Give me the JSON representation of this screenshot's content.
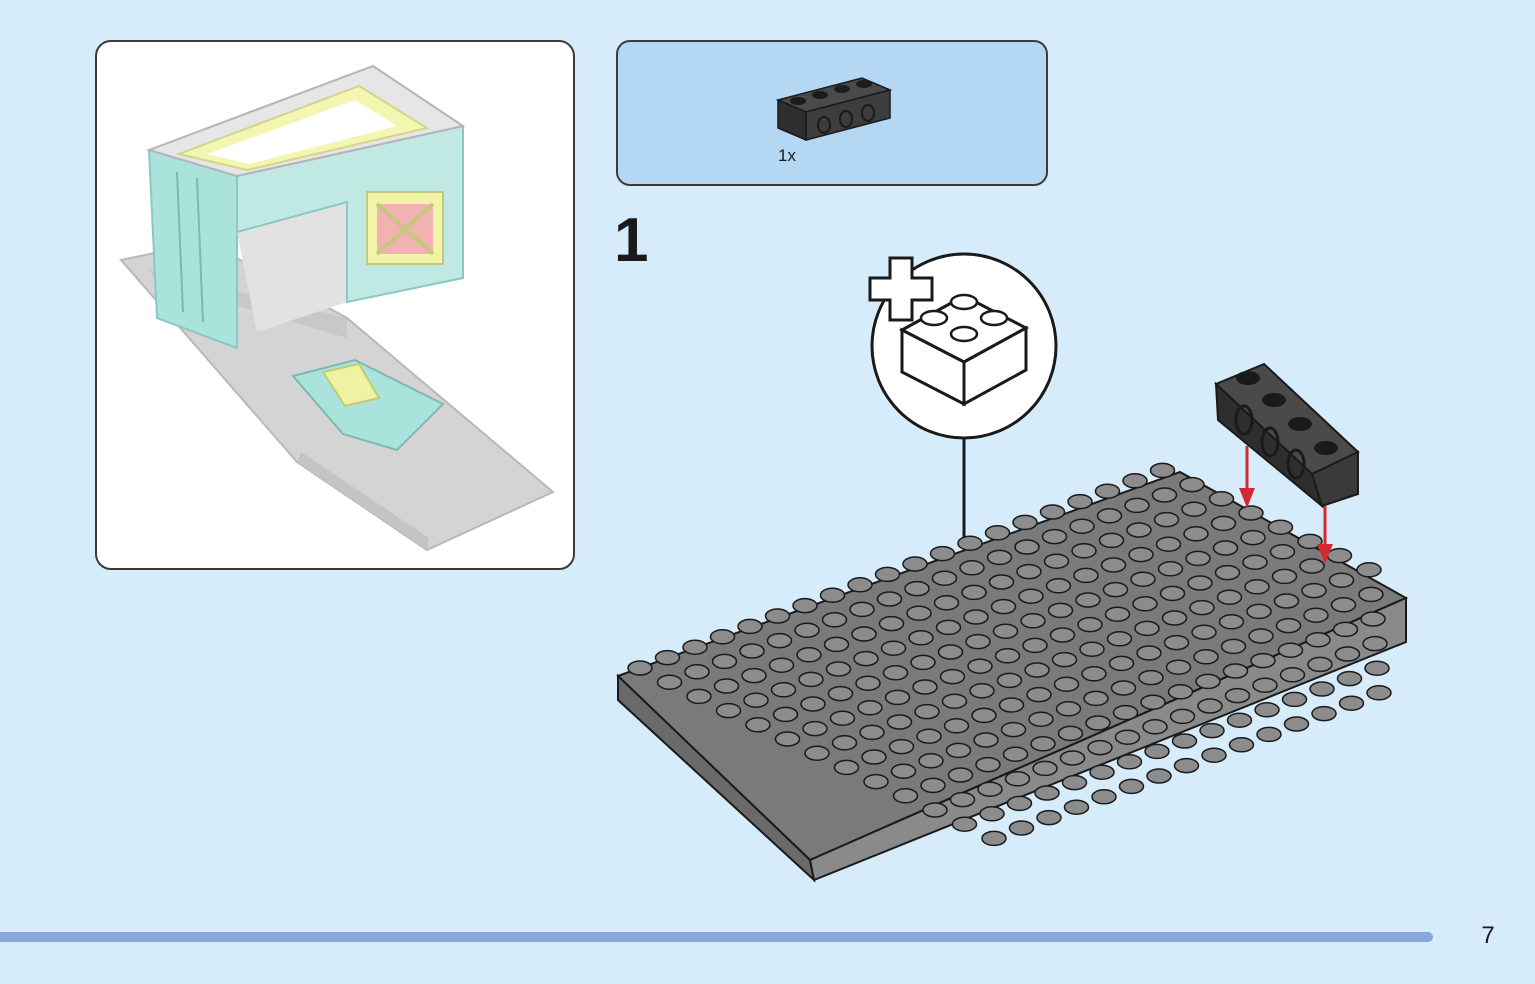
{
  "callout": {
    "quantity": "1x"
  },
  "step": {
    "number": "1"
  },
  "page": {
    "number": "7"
  },
  "colors": {
    "background": "#d6ecfb",
    "callout_background": "#b4d8f4",
    "plate": "#8c8c8c",
    "brick": "#333333",
    "arrow": "#d42a2f",
    "bar": "#88a8dc"
  },
  "icons": {
    "overview": "finished-model-garage-icon",
    "part": "black-technic-brick-1x4-icon",
    "new_element": "add-new-element-icon",
    "plate": "gray-baseplate-icon",
    "arrows": "placement-arrow-icon"
  }
}
